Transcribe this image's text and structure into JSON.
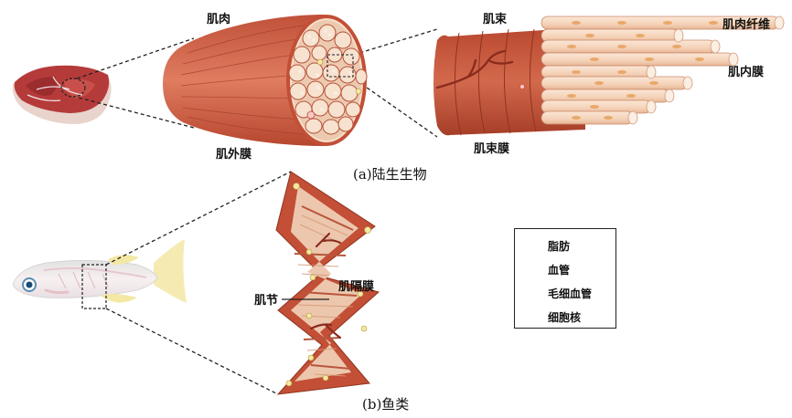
{
  "labels": {
    "muscle": "肌肉",
    "epimysium": "肌外膜",
    "fascicle": "肌束",
    "perimysium": "肌束膜",
    "fiber": "肌肉纤维",
    "endomysium": "肌内膜",
    "myomere": "肌节",
    "myoseptum": "肌隔膜"
  },
  "captions": {
    "a": "(a)陆生生物",
    "b": "(b)鱼类"
  },
  "legend": [
    {
      "icon": "fat-icon",
      "label": "脂肪"
    },
    {
      "icon": "blood-vessel-icon",
      "label": "血管"
    },
    {
      "icon": "capillary-icon",
      "label": "毛细血管"
    },
    {
      "icon": "nucleus-icon",
      "label": "细胞核"
    }
  ],
  "colors": {
    "muscle_dark": "#a8402d",
    "muscle_mid": "#d46a4f",
    "fiber_pale": "#f6d9c4",
    "nucleus": "#e9a86a",
    "fat": "#f3e8a4",
    "meat_red": "#b53b3a"
  }
}
